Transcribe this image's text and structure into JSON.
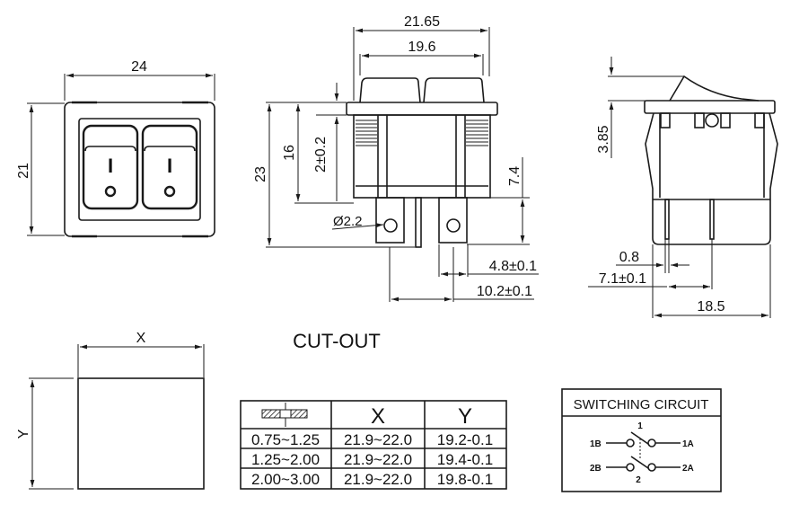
{
  "front_view": {
    "width_label": "24",
    "height_label": "21",
    "rockers": [
      {
        "on_symbol": "I",
        "off_symbol": "O"
      },
      {
        "on_symbol": "I",
        "off_symbol": "O"
      }
    ]
  },
  "side_view": {
    "overall_width_label": "21.65",
    "rocker_width_label": "19.6",
    "height_total_label": "23",
    "height_body_label": "16",
    "panel_thickness_label": "2±0.2",
    "terminal_length_label": "7.4",
    "hole_diameter_label": "Ø2.2",
    "terminal_width_label": "4.8±0.1",
    "terminal_spacing_label": "10.2±0.1"
  },
  "end_view": {
    "rocker_height_label": "3.85",
    "pin_thickness_label": "0.8",
    "pin_spacing_label": "7.1±0.1",
    "body_width_label": "18.5"
  },
  "cutout": {
    "title": "CUT-OUT",
    "x_label": "X",
    "y_label": "Y",
    "table": {
      "headers": [
        "panel-thickness-icon",
        "X",
        "Y"
      ],
      "rows": [
        [
          "0.75~1.25",
          "21.9~22.0",
          "19.2-0.1"
        ],
        [
          "1.25~2.00",
          "21.9~22.0",
          "19.4-0.1"
        ],
        [
          "2.00~3.00",
          "21.9~22.0",
          "19.8-0.1"
        ]
      ]
    }
  },
  "switching_circuit": {
    "title": "SWITCHING CIRCUIT",
    "pole1_label": "1",
    "pole2_label": "2",
    "terminals": {
      "t1b": "1B",
      "t1a": "1A",
      "t2b": "2B",
      "t2a": "2A"
    }
  }
}
